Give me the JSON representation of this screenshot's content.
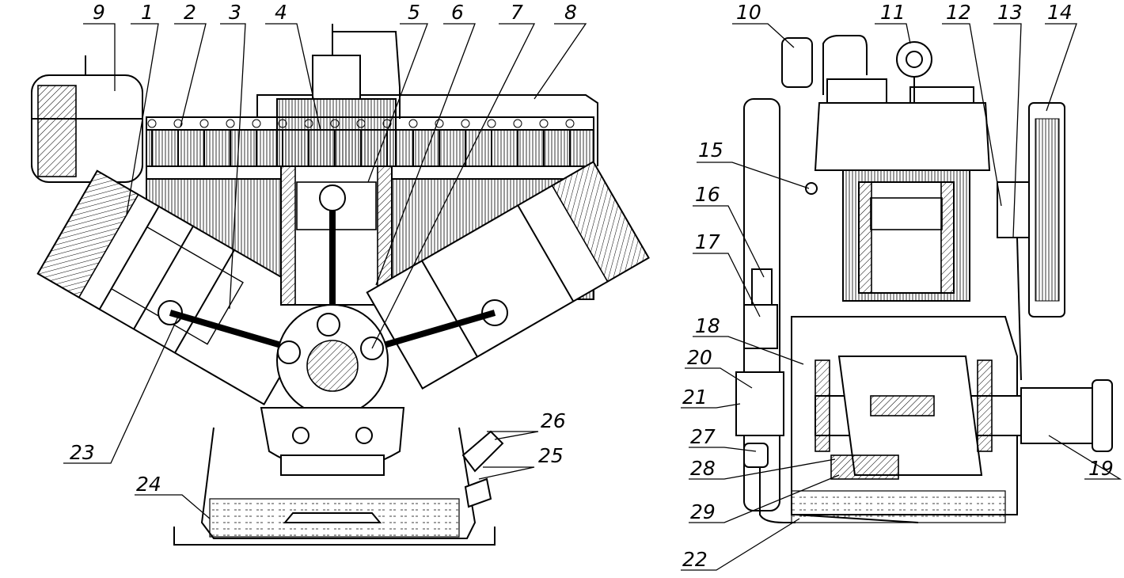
{
  "figure": {
    "callouts": [
      "1",
      "2",
      "3",
      "4",
      "5",
      "6",
      "7",
      "8",
      "9",
      "10",
      "11",
      "12",
      "13",
      "14",
      "15",
      "16",
      "17",
      "18",
      "19",
      "20",
      "21",
      "22",
      "23",
      "24",
      "25",
      "26",
      "27",
      "28",
      "29"
    ]
  }
}
